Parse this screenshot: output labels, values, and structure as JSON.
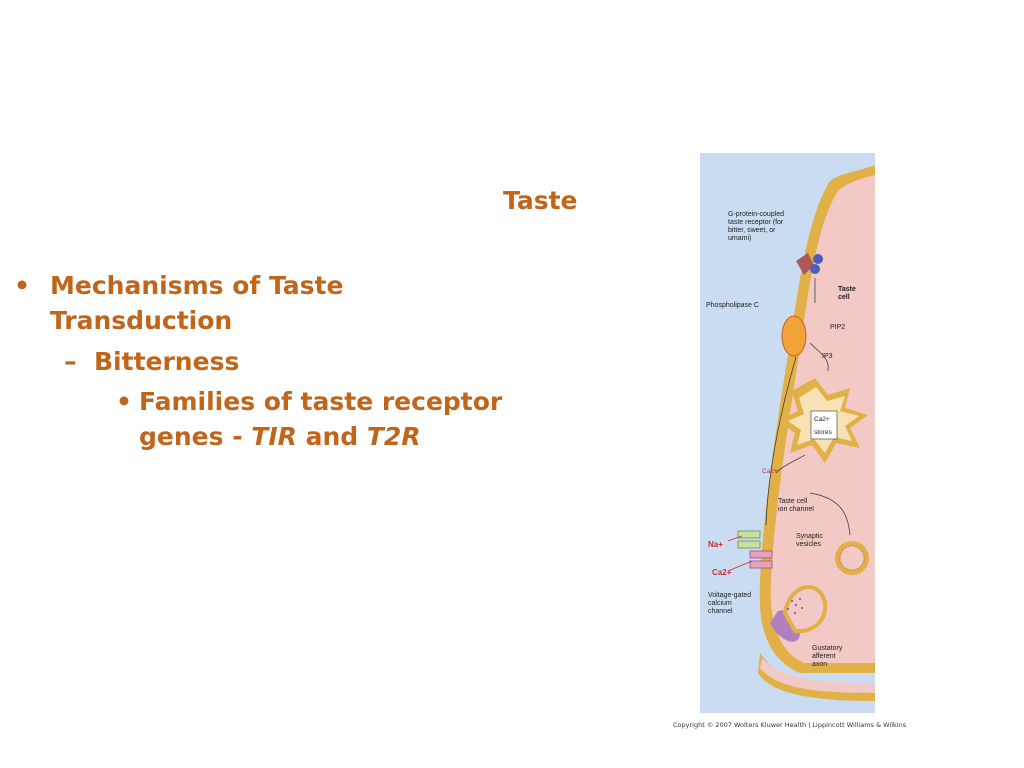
{
  "slide": {
    "title": "Taste",
    "bullet1": "Mechanisms of Taste Transduction",
    "bullet2": "Bitterness",
    "bullet3_prefix": "Families of taste receptor genes - ",
    "gene1": "TIR",
    "and_word": " and ",
    "gene2": "T2R",
    "bullet_char": "•",
    "dash_char": "–"
  },
  "figure": {
    "label_receptor": [
      "G-protein-coupled",
      "taste receptor (for",
      "bitter, sweet, or",
      "umami)"
    ],
    "label_taste_cell": [
      "Taste",
      "cell"
    ],
    "label_plc": "Phospholipase C",
    "label_pip2": "PIP2",
    "label_ip3": "IP3",
    "label_ca": "Ca2+",
    "label_stores": "stores",
    "label_ion_channel": [
      "Taste cell",
      "ion channel"
    ],
    "label_synaptic": [
      "Synaptic",
      "vesicles"
    ],
    "label_na": "Na+",
    "label_vg": [
      "Voltage-gated",
      "calcium",
      "channel"
    ],
    "label_axon": [
      "Gustatory",
      "afferent",
      "axon"
    ],
    "copyright": "Copyright © 2007 Wolters Kluwer Health | Lippincott Williams & Wilkins"
  },
  "colors": {
    "accent": "#c0651a",
    "figure_bg": "#c9dcf2",
    "cell_fill": "#f2c9c5",
    "membrane": "#e1b046",
    "red_label": "#cc2b2b"
  }
}
